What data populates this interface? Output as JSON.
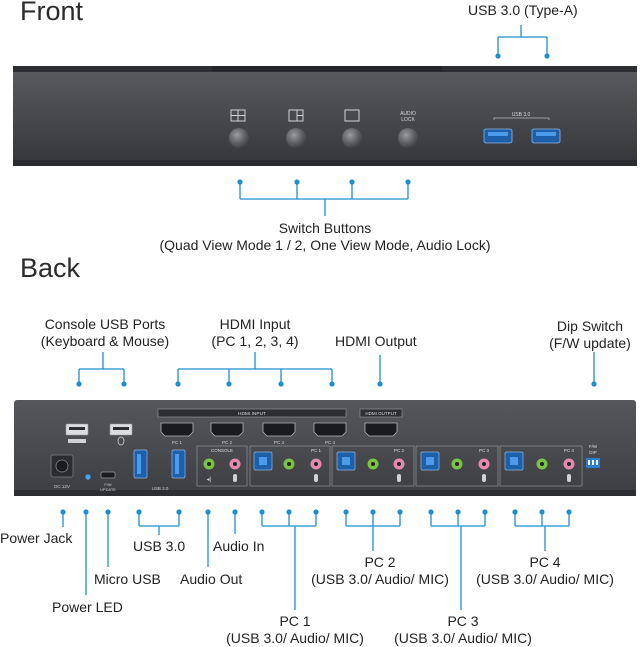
{
  "headings": {
    "front": "Front",
    "back": "Back"
  },
  "front": {
    "usb_callout": "USB 3.0 (Type-A)",
    "panel_usb_label": "USB 3.0",
    "audio_lock_label_1": "AUDIO",
    "audio_lock_label_2": "LOCK",
    "switch_title": "Switch Buttons",
    "switch_desc": "(Quad View Mode 1 / 2, One View Mode, Audio Lock)"
  },
  "back": {
    "console_usb_1": "Console USB Ports",
    "console_usb_2": "(Keyboard & Mouse)",
    "hdmi_input_1": "HDMI Input",
    "hdmi_input_2": "(PC 1, 2, 3, 4)",
    "hdmi_output": "HDMI Output",
    "dip_1": "Dip Switch",
    "dip_2": "(F/W update)",
    "power_jack": "Power Jack",
    "power_led": "Power LED",
    "micro_usb": "Micro USB",
    "usb30": "USB 3.0",
    "audio_out": "Audio Out",
    "audio_in": "Audio In",
    "pc1_title": "PC 1",
    "pc1_desc": "(USB 3.0/ Audio/ MIC)",
    "pc2_title": "PC 2",
    "pc2_desc": "(USB 3.0/ Audio/ MIC)",
    "pc3_title": "PC 3",
    "pc3_desc": "(USB 3.0/ Audio/ MIC)",
    "pc4_title": "PC 4",
    "pc4_desc": "(USB 3.0/ Audio/ MIC)",
    "panel": {
      "hdmi_input": "HDMI INPUT",
      "hdmi_output": "HDMI OUTPUT",
      "pc_labels": [
        "PC 1",
        "PC 2",
        "PC 3",
        "PC 4"
      ],
      "console": "CONSOLE",
      "usb30": "USB 3.0",
      "dc12v": "DC 12V",
      "fw_update_1": "F/W",
      "fw_update_2": "UPDATE",
      "fw_dip_1": "F/W",
      "fw_dip_2": "DIP"
    }
  },
  "colors": {
    "callout": "#1e8fce",
    "panel": "#4a4c50",
    "panel_dark": "#303236",
    "usb_blue": "#2a7fd4",
    "jack_green": "#7cc242",
    "jack_pink": "#e48ab0"
  }
}
